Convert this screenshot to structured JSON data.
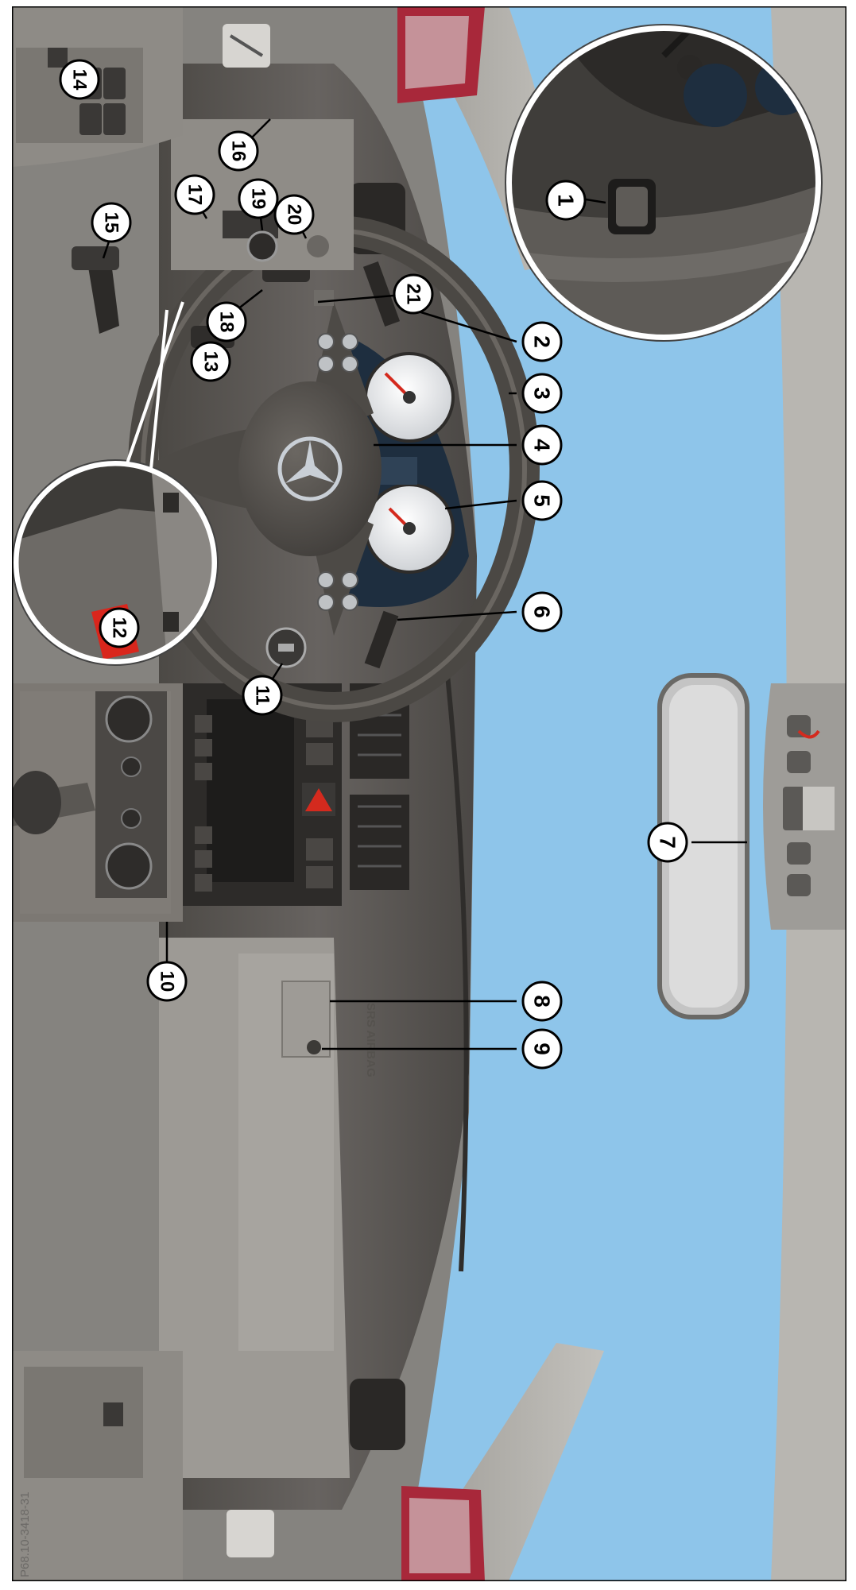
{
  "figure": {
    "kind": "vehicle cockpit illustration, rotated 90 degrees clockwise",
    "id_code": "P68.10-3418-31",
    "airbag_label": "SRS AIRBAG",
    "colors": {
      "sky": "#8ec5ea",
      "dashboard": "#5e5a55",
      "dashboard_dark": "#3f3c39",
      "trim": "#8a8884",
      "pillar": "#a3a19c",
      "callout_fill": "#ffffff",
      "callout_stroke": "#000000",
      "hazard": "#d42a1e",
      "highlight_red": "#d9261c",
      "mirror_red": "#a8283a"
    }
  },
  "callouts": [
    {
      "number": "1",
      "part": "inset-detail-right"
    },
    {
      "number": "2",
      "part": "instrument-stalk"
    },
    {
      "number": "3",
      "part": "steering-wheel-rim"
    },
    {
      "number": "4",
      "part": "steering-wheel-hub"
    },
    {
      "number": "5",
      "part": "instrument-cluster"
    },
    {
      "number": "6",
      "part": "combination-switch"
    },
    {
      "number": "7",
      "part": "rear-view-mirror"
    },
    {
      "number": "8",
      "part": "passenger-airbag"
    },
    {
      "number": "9",
      "part": "airbag-off-lamp"
    },
    {
      "number": "10",
      "part": "climate-control"
    },
    {
      "number": "11",
      "part": "ignition-lock"
    },
    {
      "number": "12",
      "part": "inset-detail-left"
    },
    {
      "number": "13",
      "part": "cruise-control-lever"
    },
    {
      "number": "14",
      "part": "door-switch"
    },
    {
      "number": "15",
      "part": "parking-brake-pedal"
    },
    {
      "number": "16",
      "part": "door-control-panel"
    },
    {
      "number": "17",
      "part": "parking-brake-release"
    },
    {
      "number": "18",
      "part": "steering-column-lever"
    },
    {
      "number": "19",
      "part": "light-switch"
    },
    {
      "number": "20",
      "part": "headlamp-range-control"
    },
    {
      "number": "21",
      "part": "instrument-lighting"
    }
  ]
}
